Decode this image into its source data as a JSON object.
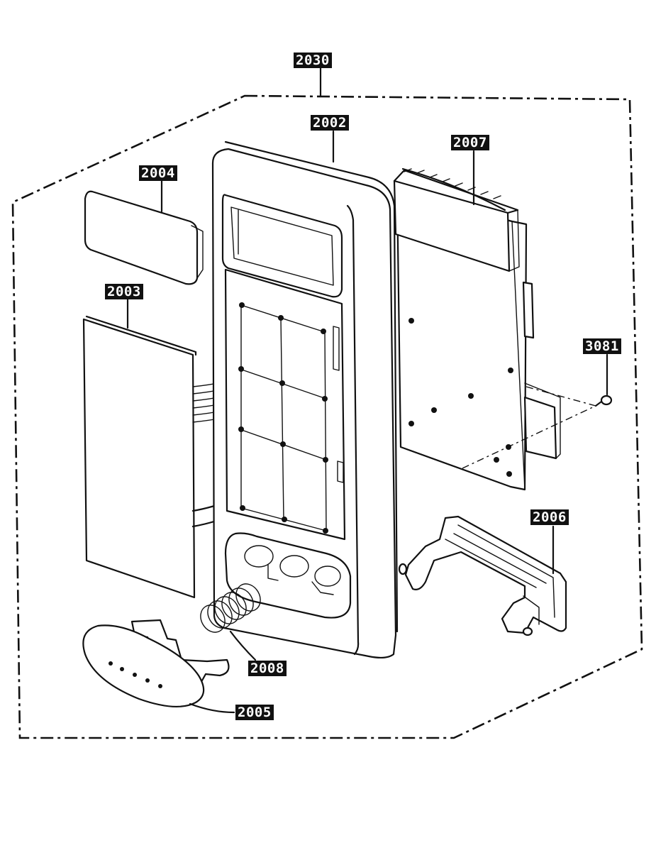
{
  "labels": {
    "assembly": "2030",
    "front_frame": "2002",
    "display_window": "2004",
    "control_panel_sheet": "2003",
    "pcb_assembly": "2007",
    "screw": "3081",
    "latch_lever": "2006",
    "spring": "2008",
    "push_button": "2005"
  }
}
